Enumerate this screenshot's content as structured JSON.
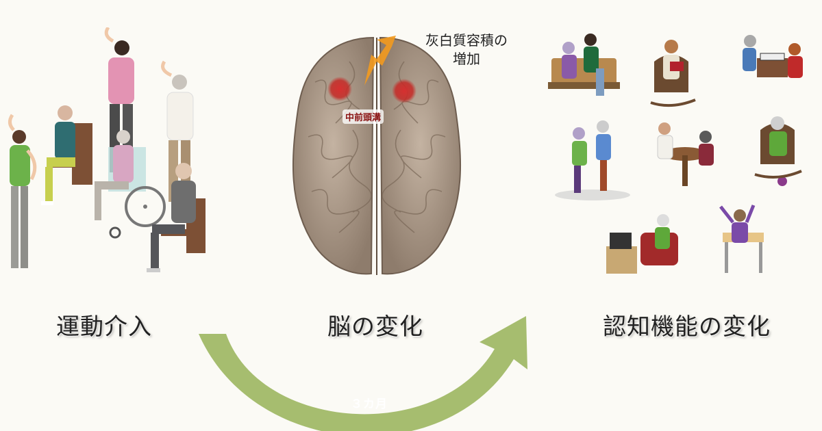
{
  "captions": {
    "exercise": "運動介入",
    "brain": "脳の変化",
    "cognition": "認知機能の変化"
  },
  "brain": {
    "region_label": "中前頭溝",
    "increase_label_line1": "灰白質容積の",
    "increase_label_line2": "増加"
  },
  "arrow": {
    "duration": "３カ月"
  },
  "colors": {
    "arrow_green": "#a6bd6f",
    "orange_arrow": "#f39a1e",
    "hotspot_red": "#c42a26",
    "brain_tan": "#a89584"
  }
}
